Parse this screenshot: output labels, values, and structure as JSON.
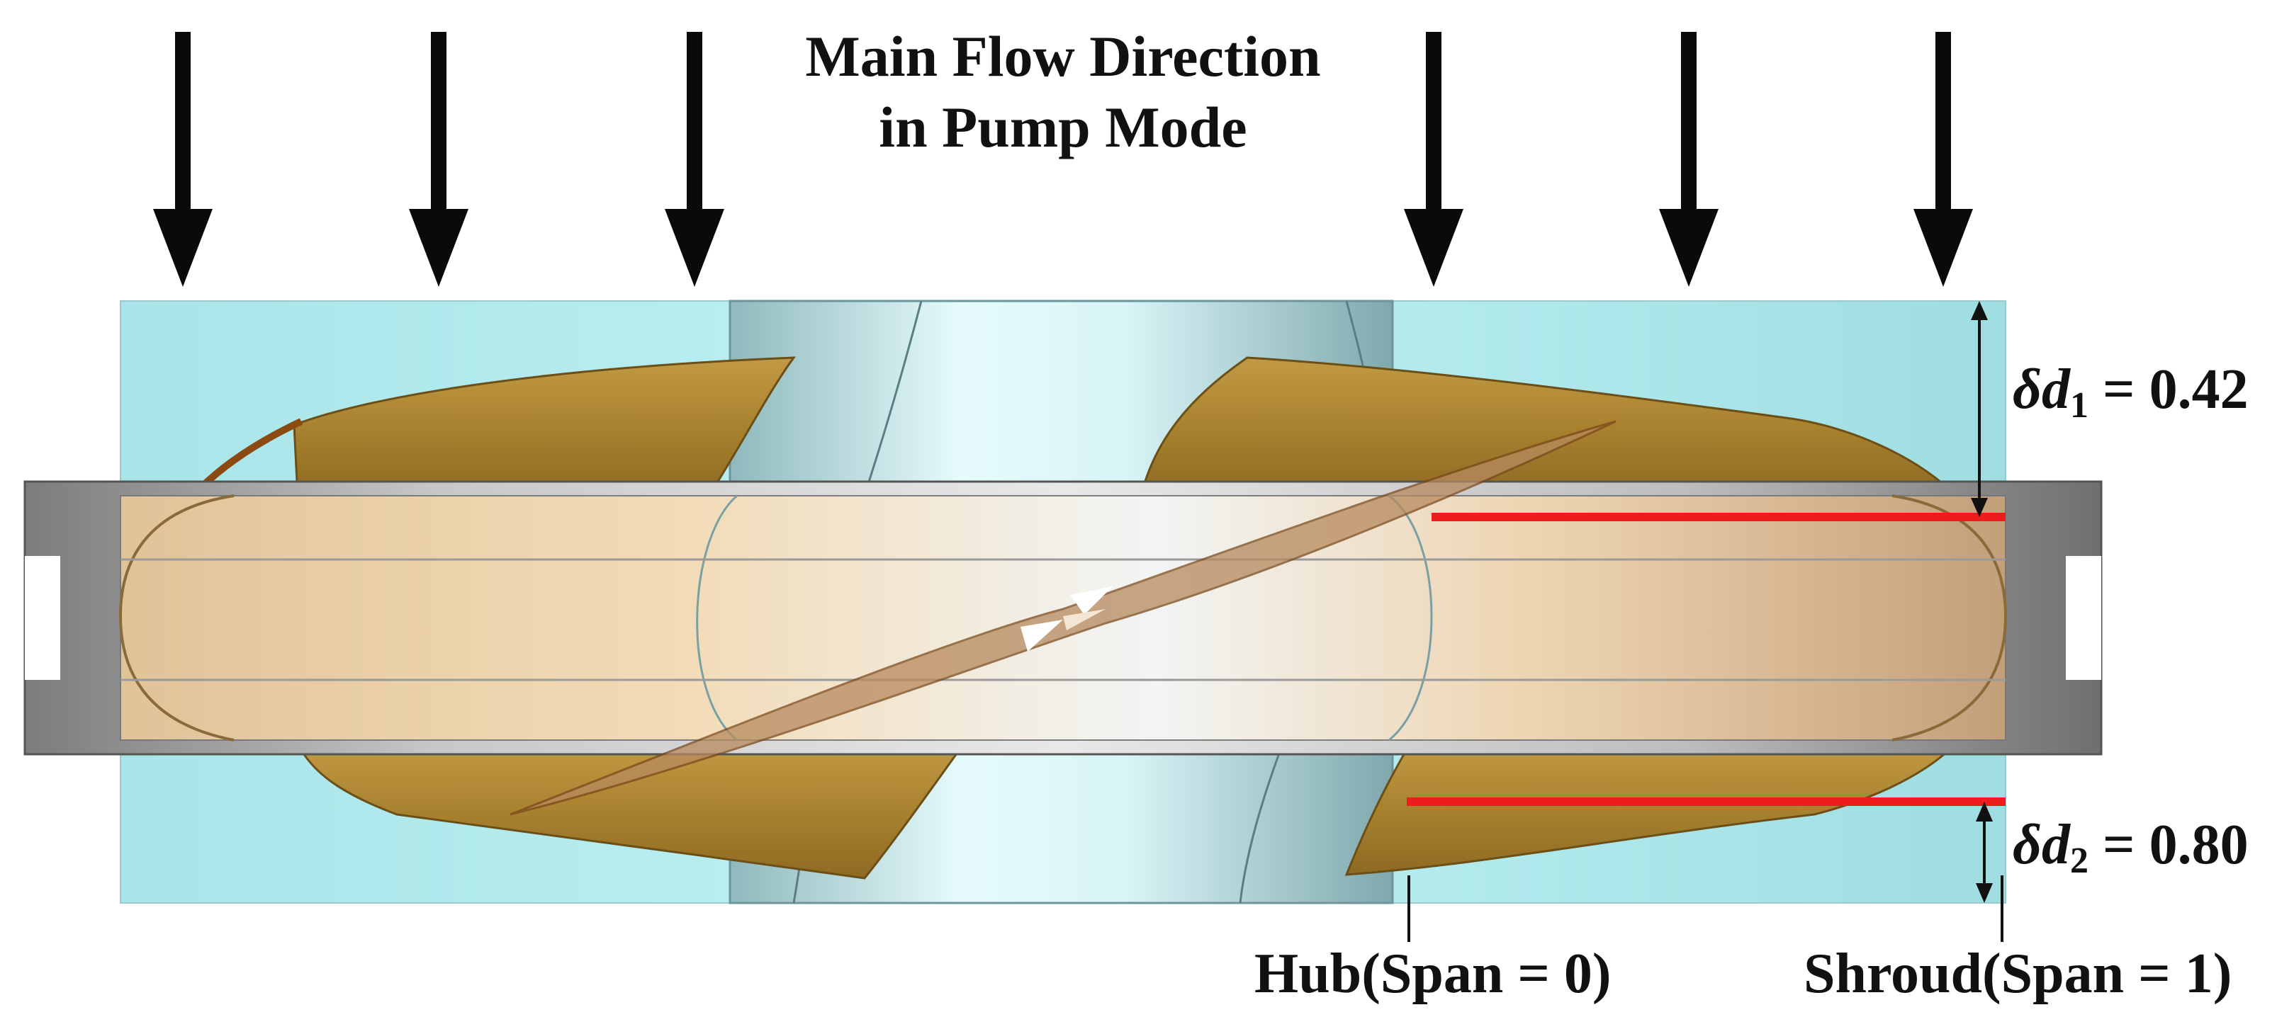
{
  "title": {
    "line1": "Main Flow Direction",
    "line2": "in Pump Mode"
  },
  "dimensions": {
    "d1": {
      "symbol": "δd",
      "subscript": "1",
      "equals": "=",
      "value": "0.42"
    },
    "d2": {
      "symbol": "δd",
      "subscript": "2",
      "equals": "=",
      "value": "0.80"
    }
  },
  "labels": {
    "hub": "Hub(Span = 0)",
    "shroud": "Shroud(Span = 1)"
  },
  "colors": {
    "water": "#aeeef1",
    "hub": "#c9ecef",
    "blade": "#b08a3a",
    "band": "#8e8e8e",
    "marker": "#ee1c1c",
    "arrow": "#0a0a0a"
  }
}
